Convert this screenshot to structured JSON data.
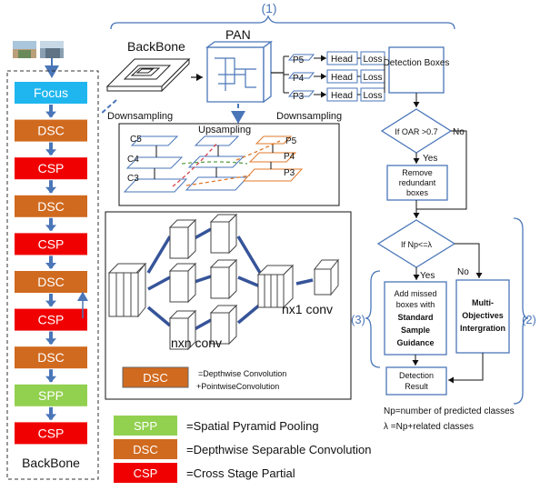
{
  "section_labels": {
    "top": "(1)",
    "right": "(2)",
    "middle": "(3)"
  },
  "backbone": {
    "blocks": [
      {
        "label": "Focus",
        "color": "#1fb6ef"
      },
      {
        "label": "DSC",
        "color": "#d06a1f"
      },
      {
        "label": "CSP",
        "color": "#f00000"
      },
      {
        "label": "DSC",
        "color": "#d06a1f"
      },
      {
        "label": "CSP",
        "color": "#f00000"
      },
      {
        "label": "DSC",
        "color": "#d06a1f"
      },
      {
        "label": "CSP",
        "color": "#f00000"
      },
      {
        "label": "DSC",
        "color": "#d06a1f"
      },
      {
        "label": "SPP",
        "color": "#92d050"
      },
      {
        "label": "CSP",
        "color": "#f00000"
      }
    ],
    "caption": "BackBone"
  },
  "pan": {
    "backbone_label": "BackBone",
    "pan_label": "PAN",
    "downsampling_left": "Downsampling",
    "upsampling": "Upsampling",
    "downsampling_right": "Downsampling",
    "c_labels": [
      "C5",
      "C4",
      "C3"
    ],
    "p_labels_grid": [
      "P5",
      "P4",
      "P3"
    ]
  },
  "heads": {
    "rows": [
      {
        "p": "P5",
        "head": "Head",
        "loss": "Loss"
      },
      {
        "p": "P4",
        "head": "Head",
        "loss": "Loss"
      },
      {
        "p": "P3",
        "head": "Head",
        "loss": "Loss"
      }
    ]
  },
  "flow": {
    "detection_boxes": "Detection Boxes",
    "oar_condition": "If OAR >0.7",
    "no1": "No",
    "yes1": "Yes",
    "remove_boxes": [
      "Remove",
      "redundant",
      "boxes"
    ],
    "np_condition": "If Np<=λ",
    "yes2": "Yes",
    "no2": "No",
    "add_missed": [
      "Add missed",
      "boxes with",
      "Standard",
      "Sample",
      "Guidance"
    ],
    "multi": [
      "Multi-",
      "Objectives",
      "Intergration"
    ],
    "detection_result": [
      "Detection",
      "Result"
    ],
    "note1": "Np=number of predicted classes",
    "note2": "λ =Np+related  classes"
  },
  "dsc_panel": {
    "nxn_label": "nxn conv",
    "nx1_label": "nx1 conv",
    "dsc_label": "DSC",
    "dsc_desc1": "=Depthwise Convolution",
    "dsc_desc2": "+PointwiseConvolution"
  },
  "legend": [
    {
      "label": "SPP",
      "desc": "=Spatial Pyramid Pooling",
      "color": "#92d050"
    },
    {
      "label": "DSC",
      "desc": "=Depthwise Separable Convolution",
      "color": "#d06a1f"
    },
    {
      "label": "CSP",
      "desc": "=Cross Stage Partial",
      "color": "#f00000"
    }
  ]
}
